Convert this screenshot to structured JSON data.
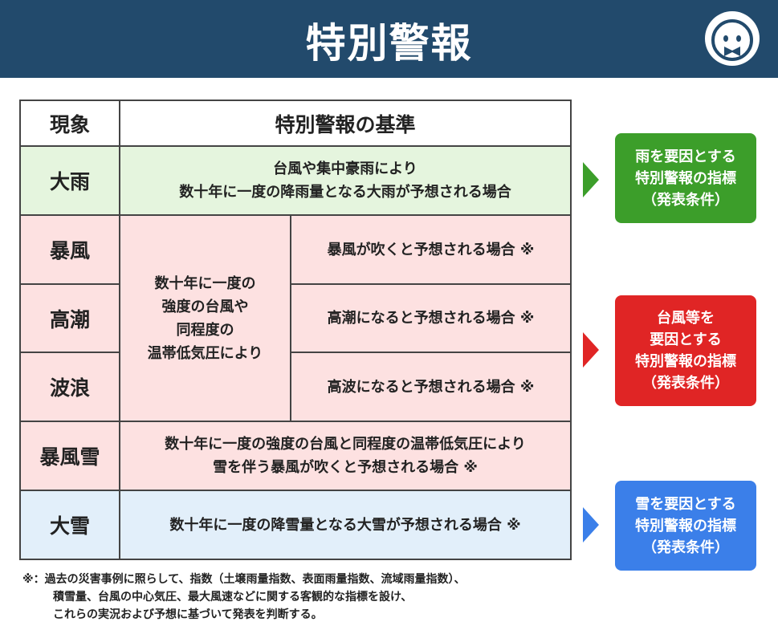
{
  "header": {
    "title": "特別警報"
  },
  "table": {
    "col1": "現象",
    "col2": "特別警報の基準",
    "rain": {
      "label": "大雨",
      "l1": "台風や集中豪雨により",
      "l2": "数十年に一度の降雨量となる大雨が予想される場合"
    },
    "storm_common": {
      "l1": "数十年に一度の",
      "l2": "強度の台風や",
      "l3": "同程度の",
      "l4": "温帯低気圧により"
    },
    "storm": {
      "label": "暴風",
      "text": "暴風が吹くと予想される場合 ※"
    },
    "tide": {
      "label": "高潮",
      "text": "高潮になると予想される場合 ※"
    },
    "wave": {
      "label": "波浪",
      "text": "高波になると予想される場合 ※"
    },
    "snowstorm": {
      "label": "暴風雪",
      "l1": "数十年に一度の強度の台風と同程度の温帯低気圧により",
      "l2": "雪を伴う暴風が吹くと予想される場合 ※"
    },
    "snow": {
      "label": "大雪",
      "text": "数十年に一度の降雪量となる大雪が予想される場合 ※"
    }
  },
  "side": {
    "rain": {
      "l1": "雨を要因とする",
      "l2": "特別警報の指標",
      "l3": "（発表条件）",
      "color": "#3c9e2a"
    },
    "typhoon": {
      "l1": "台風等を",
      "l2": "要因とする",
      "l3": "特別警報の指標",
      "l4": "（発表条件）",
      "color": "#e02525"
    },
    "snow": {
      "l1": "雪を要因とする",
      "l2": "特別警報の指標",
      "l3": "（発表条件）",
      "color": "#3b7fe9"
    }
  },
  "note": {
    "l1": "※：過去の災害事例に照らして、指数（土壌雨量指数、表面雨量指数、流域雨量指数）、",
    "l2": "積雪量、台風の中心気圧、最大風速などに関する客観的な指標を設け、",
    "l3": "これらの実況および予想に基づいて発表を判断する。"
  }
}
